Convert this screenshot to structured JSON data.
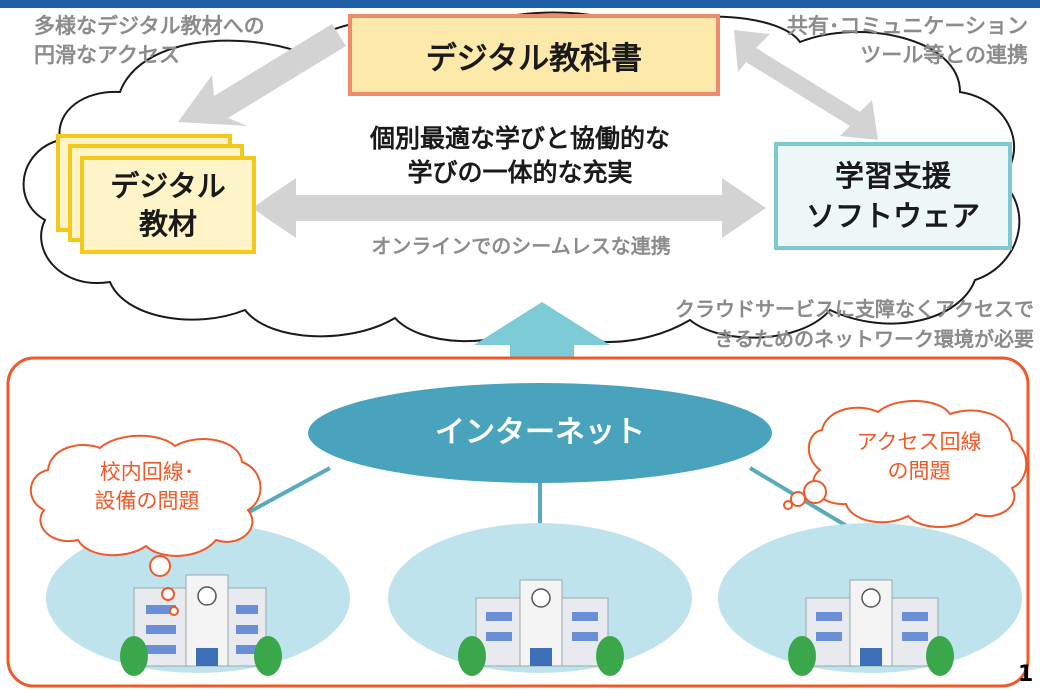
{
  "top_left_label": [
    "多様なデジタル教材への",
    "円滑なアクセス"
  ],
  "top_right_label": [
    "共有･コミュニケーション",
    "ツール等との連携"
  ],
  "digital_textbook": "デジタル教科書",
  "center_text": [
    "個別最適な学びと協働的な",
    "学びの一体的な充実"
  ],
  "digital_materials": [
    "デジタル",
    "教材"
  ],
  "learning_software": [
    "学習支援",
    "ソフトウェア"
  ],
  "online_label": "オンラインでのシームレスな連携",
  "cloud_note": [
    "クラウドサービスに支障なくアクセスで",
    "きるためのネットワーク環境が必要"
  ],
  "internet_label": "インターネット",
  "school_issue": [
    "校内回線･",
    "設備の問題"
  ],
  "access_issue": [
    "アクセス回線",
    "の問題"
  ],
  "page_number": "1",
  "colors": {
    "top_bar": "#1f5fa8",
    "textbook_fill": "#fde9a9",
    "textbook_border": "#f08a6e",
    "materials_fill": "#fff4c8",
    "materials_border": "#f5c81c",
    "software_fill": "#eef7f8",
    "software_border": "#7cc9d2",
    "internet_fill": "#4aa3bd",
    "school_area_fill": "#bfe3ec",
    "network_line": "#5aa9bd",
    "frame_border": "#ee5a2a",
    "arrow_gray": "#d3d3d3",
    "arrow_teal": "#7ccbd7"
  }
}
